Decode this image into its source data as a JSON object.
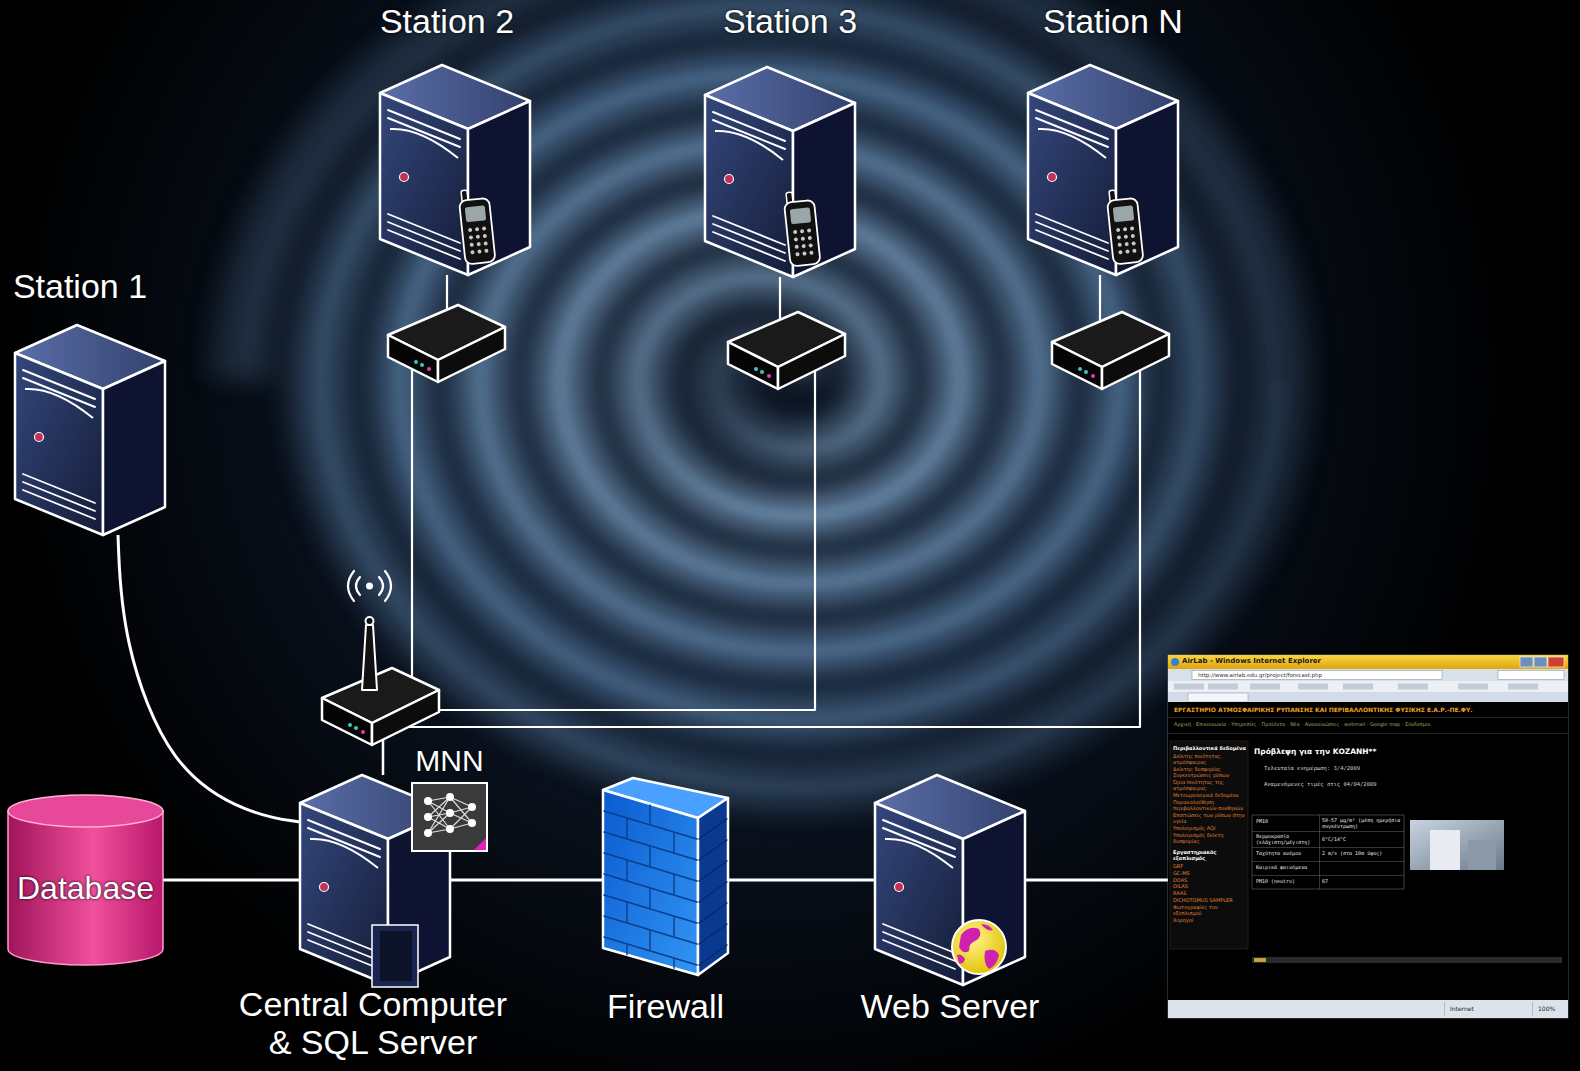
{
  "diagram": {
    "nodes": [
      {
        "text": [
          "Station 1"
        ]
      },
      {
        "text": [
          "Station 2"
        ]
      },
      {
        "text": [
          "Station 3"
        ]
      },
      {
        "text": [
          "Station N"
        ]
      },
      {
        "text": [
          "Database"
        ]
      },
      {
        "text": [
          "MNN"
        ]
      },
      {
        "text": [
          "Central Computer & SQL Server"
        ]
      },
      {
        "text": [
          "Firewall"
        ]
      },
      {
        "text": [
          "Web Server"
        ]
      },
      {
        "text": [
          "AirLab - Windows Internet Explorer",
          "http://www.airlab.edu.gr/project/forecast.php",
          "ΕΡΓΑΣΤΗΡΙΟ ΑΤΜΟΣΦΑΙΡΙΚΗΣ ΡΥΠΑΝΣΗΣ ΚΑΙ ΠΕΡΙΒΑΛΛΟΝΤΙΚΗΣ ΦΥΣΙΚΗΣ Ε.Α.Ρ.-ΠΕ.ΦΥ.",
          "Αρχική · Επικοινωνία · Υπηρεσίες · Προϊόντα · Νέα · Ανακοινώσεις · webmail · Google map · Σύνδεσμοι",
          "Περιβαλλοντικά δεδομένα",
          "Δείκτης ποιότητας ατμόσφαιρας",
          "Δείκτης δυσφορίας",
          "Συγκεντρώσεις ρύπων",
          "Όρια ποιότητας της ατμόσφαιρας",
          "Μετεωρολογικά δεδομένα",
          "Παρακολούθηση περιβαλλοντικών συνθηκών",
          "Επιπτώσεις των ρύπων στην υγεία",
          "Υπολογισμός AQI",
          "Υπολογισμός δείκτη δυσφορίας",
          "Εργαστηριακός εξοπλισμός",
          "GRF",
          "GC-MS",
          "DOAS",
          "OILAS",
          "RAAS",
          "DICHOTOMUS SAMPLER",
          "Φωτογραφίες του εξοπλισμού",
          "Χορηγοί",
          "Πρόβλεψη για την ΚΟΖΑΝΗ**",
          "Τελευταία ενημέρωση: 3/4/2009",
          "Αναμενόμενες τιμές στις 04/04/2009",
          "PM10",
          "50-57 μg/m³ (μέση ημερήσια συγκέντρωση)",
          "Θερμοκρασία (ελάχιστη/μέγιστη)",
          "6°C/14°C",
          "Ταχύτητα ανέμου",
          "2 m/s (στα 10m ύψος)",
          "Καιρικά φαινόμενα",
          "PM10 (neutro)",
          "67",
          "Internet",
          "100%"
        ]
      }
    ],
    "edges": [
      {
        "from": 0,
        "to": 6,
        "arrow": "none"
      },
      {
        "from": 1,
        "to": 6,
        "arrow": "none"
      },
      {
        "from": 2,
        "to": 6,
        "arrow": "none"
      },
      {
        "from": 3,
        "to": 6,
        "arrow": "none"
      },
      {
        "from": 4,
        "to": 6,
        "arrow": "none"
      },
      {
        "from": 6,
        "to": 7,
        "arrow": "none"
      },
      {
        "from": 7,
        "to": 8,
        "arrow": "none"
      },
      {
        "from": 8,
        "to": 9,
        "arrow": "none"
      }
    ]
  }
}
